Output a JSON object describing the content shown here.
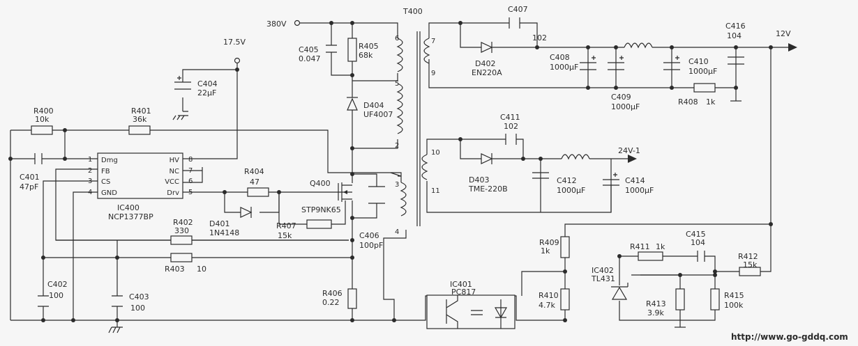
{
  "supply": {
    "input": "380V",
    "aux": "17.5V",
    "out12": "12V",
    "out24": "24V-1"
  },
  "ic400": {
    "ref": "IC400",
    "part": "NCP1377BP",
    "pins_left": [
      {
        "n": "1",
        "name": "Dmg"
      },
      {
        "n": "2",
        "name": "FB"
      },
      {
        "n": "3",
        "name": "CS"
      },
      {
        "n": "4",
        "name": "GND"
      }
    ],
    "pins_right": [
      {
        "n": "8",
        "name": "HV"
      },
      {
        "n": "7",
        "name": "NC"
      },
      {
        "n": "6",
        "name": "VCC"
      },
      {
        "n": "5",
        "name": "Drv"
      }
    ]
  },
  "transformer": {
    "ref": "T400",
    "pins": [
      "6",
      "5",
      "2",
      "3",
      "4",
      "7",
      "9",
      "10",
      "11"
    ]
  },
  "resistors": {
    "r400": {
      "ref": "R400",
      "val": "10k"
    },
    "r401": {
      "ref": "R401",
      "val": "36k"
    },
    "r402": {
      "ref": "R402",
      "val": "330"
    },
    "r403": {
      "ref": "R403",
      "val": "10"
    },
    "r404": {
      "ref": "R404",
      "val": "47"
    },
    "r405": {
      "ref": "R405",
      "val": "68k"
    },
    "r406": {
      "ref": "R406",
      "val": "0.22"
    },
    "r407": {
      "ref": "R407",
      "val": "15k"
    },
    "r408": {
      "ref": "R408",
      "val": "1k"
    },
    "r409": {
      "ref": "R409",
      "val": "1k"
    },
    "r410": {
      "ref": "R410",
      "val": "4.7k"
    },
    "r411": {
      "ref": "R411",
      "val": "1k"
    },
    "r412": {
      "ref": "R412",
      "val": "15k"
    },
    "r413": {
      "ref": "R413",
      "val": "3.9k"
    },
    "r415": {
      "ref": "R415",
      "val": "100k"
    }
  },
  "capacitors": {
    "c401": {
      "ref": "C401",
      "val": "47pF"
    },
    "c402": {
      "ref": "C402",
      "val": "100"
    },
    "c403": {
      "ref": "C403",
      "val": "100"
    },
    "c404": {
      "ref": "C404",
      "val": "22μF"
    },
    "c405": {
      "ref": "C405",
      "val": "0.047"
    },
    "c406": {
      "ref": "C406",
      "val": "100pF"
    },
    "c407": {
      "ref": "C407",
      "val": "102"
    },
    "c408": {
      "ref": "C408",
      "val": "1000μF"
    },
    "c409": {
      "ref": "C409",
      "val": "1000μF"
    },
    "c410": {
      "ref": "C410",
      "val": "1000μF"
    },
    "c411": {
      "ref": "C411",
      "val": "102"
    },
    "c412": {
      "ref": "C412",
      "val": "1000μF"
    },
    "c414": {
      "ref": "C414",
      "val": "1000μF"
    },
    "c415": {
      "ref": "C415",
      "val": "104"
    },
    "c416": {
      "ref": "C416",
      "val": "104"
    }
  },
  "diodes": {
    "d401": {
      "ref": "D401",
      "val": "1N4148"
    },
    "d402": {
      "ref": "D402",
      "val": "EN220A"
    },
    "d403": {
      "ref": "D403",
      "val": "TME-220B"
    },
    "d404": {
      "ref": "D404",
      "val": "UF4007"
    }
  },
  "q400": {
    "ref": "Q400",
    "val": "STP9NK65"
  },
  "ic401": {
    "ref": "IC401",
    "val": "PC817"
  },
  "ic402": {
    "ref": "IC402",
    "val": "TL431"
  },
  "watermark": "http://www.go-gddq.com"
}
